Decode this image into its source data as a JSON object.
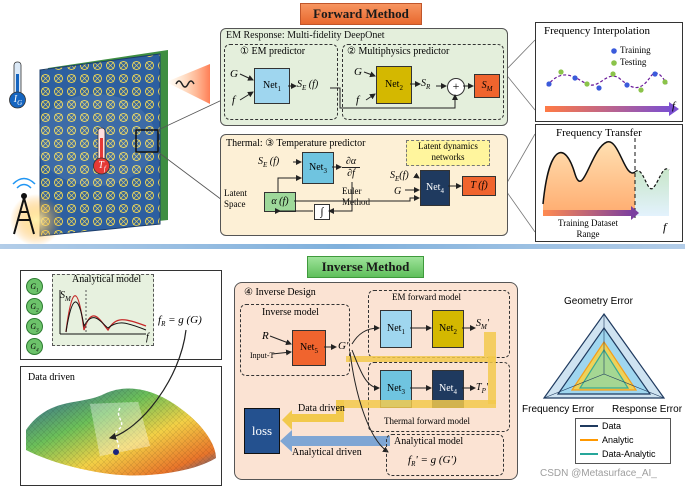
{
  "sections": {
    "forward_title": "Forward Method",
    "inverse_title": "Inverse Method"
  },
  "em_response": {
    "title": "EM Response: Multi-fidelity DeepOnet",
    "em_predictor": "① EM predictor",
    "multiphysics_predictor": "② Multiphysics predictor",
    "net1": "Net",
    "net1_sub": "1",
    "net2": "Net",
    "net2_sub": "2",
    "input_g": "G",
    "input_f": "f",
    "out_se": "S",
    "out_se_sub": "E",
    "out_se_arg": " (f)",
    "out_sr": "S",
    "out_sr_sub": "R",
    "plus": "+",
    "out_sm": "S",
    "out_sm_sub": "M"
  },
  "thermal": {
    "title": "Thermal: ③ Temperature predictor",
    "latent_dynamics": "Latent dynamics networks",
    "latent_space": "Latent Space",
    "euler_method": "Euler Method",
    "alpha_f": "α (f)",
    "integral": "∫",
    "deriv_top": "∂α",
    "deriv_bottom": "∂f",
    "se_f": "S",
    "se_f_sub": "E",
    "se_f_arg": " (f)",
    "net3": "Net",
    "net3_sub": "3",
    "net4": "Net",
    "net4_sub": "4",
    "t_f": "T (f)",
    "in_se": "S",
    "in_se_sub": "E",
    "in_se_arg": "(f)",
    "in_g": "G",
    "in_alpha": "α(f)"
  },
  "freq_interp": {
    "title": "Frequency Interpolation",
    "legend_training": "Training",
    "legend_testing": "Testing",
    "axis_f": "f",
    "colors": {
      "training": "#3b5bdb",
      "testing": "#8bc34a",
      "curve": "#6a1b9a"
    }
  },
  "freq_transfer": {
    "title": "Frequency Transfer",
    "caption": "Training Dataset Range",
    "axis_f": "f"
  },
  "antenna": {
    "label_ig": "I",
    "label_ig_sub": "G",
    "label_tf": "T",
    "label_tf_sub": "f"
  },
  "analytical": {
    "title": "Analytical model",
    "ylabel": "S",
    "ylabel_sub": "M",
    "xlabel": "f",
    "g_nodes": [
      "G",
      "G",
      "G",
      "G"
    ],
    "g_subs": [
      "1",
      "2",
      "3",
      "4"
    ],
    "equation": "f",
    "equation_sub": "R",
    "equation_rest": " = g (G)"
  },
  "data_driven_panel": {
    "title": "Data driven"
  },
  "inverse_design": {
    "title": "④ Inverse Design",
    "inverse_model": "Inverse model",
    "input_r": "R",
    "input_t": "Input-T",
    "net5": "Net",
    "net5_sub": "5",
    "g_prime": "G'",
    "em_forward_model": "EM forward model",
    "net1": "Net",
    "net1_sub": "1",
    "net2": "Net",
    "net2_sub": "2",
    "sm_prime": "S",
    "sm_prime_sub": "M",
    "sm_prime_sup": "'",
    "thermal_forward_model": "Thermal forward model",
    "net3": "Net",
    "net3_sub": "3",
    "net4": "Net",
    "net4_sub": "4",
    "tp_prime": "T",
    "tp_prime_sub": "P",
    "tp_prime_sup": "'",
    "loss": "loss",
    "data_driven": "Data driven",
    "analytical_driven": "Analytical driven",
    "analytical_model": "Analytical model",
    "analytical_eq": "f",
    "analytical_eq_sub": "R",
    "analytical_eq_rest": "' = g (G')"
  },
  "radar": {
    "axis_top": "Geometry Error",
    "axis_left": "Frequency Error",
    "axis_right": "Response Error",
    "legend": [
      "Data",
      "Analytic",
      "Data-Analytic"
    ],
    "colors": {
      "data": "#1f3a5f",
      "analytic": "#ff9800",
      "data_analytic": "#26a69a"
    }
  },
  "watermark": "CSDN @Metasurface_AI_"
}
